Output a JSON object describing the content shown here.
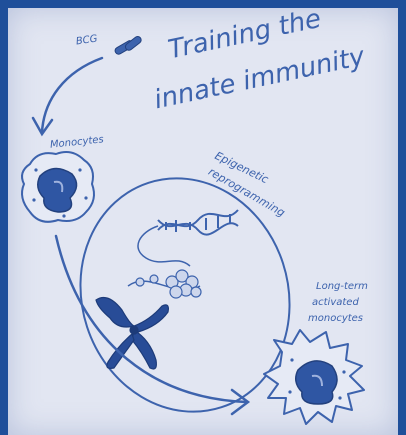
{
  "title": {
    "line1": "Training the",
    "line2": "innate immunity"
  },
  "labels": {
    "bcg": "BCG",
    "monocytes": "Monocytes",
    "epigenetic_line1": "Epigenetic",
    "epigenetic_line2": "reprogramming",
    "long_term_line1": "Long-term",
    "long_term_line2": "activated",
    "long_term_line3": "monocytes"
  },
  "colors": {
    "frame": "#1f4f9a",
    "paper": "#e2e6f2",
    "ink": "#3d63ad",
    "ink_dark": "#23417e"
  },
  "icons": [
    "bcg-bacteria-icon",
    "monocyte-cell-icon",
    "dna-helix-icon",
    "chromatin-icon",
    "chromosome-icon",
    "activated-monocyte-icon",
    "flow-arrow-icon"
  ]
}
